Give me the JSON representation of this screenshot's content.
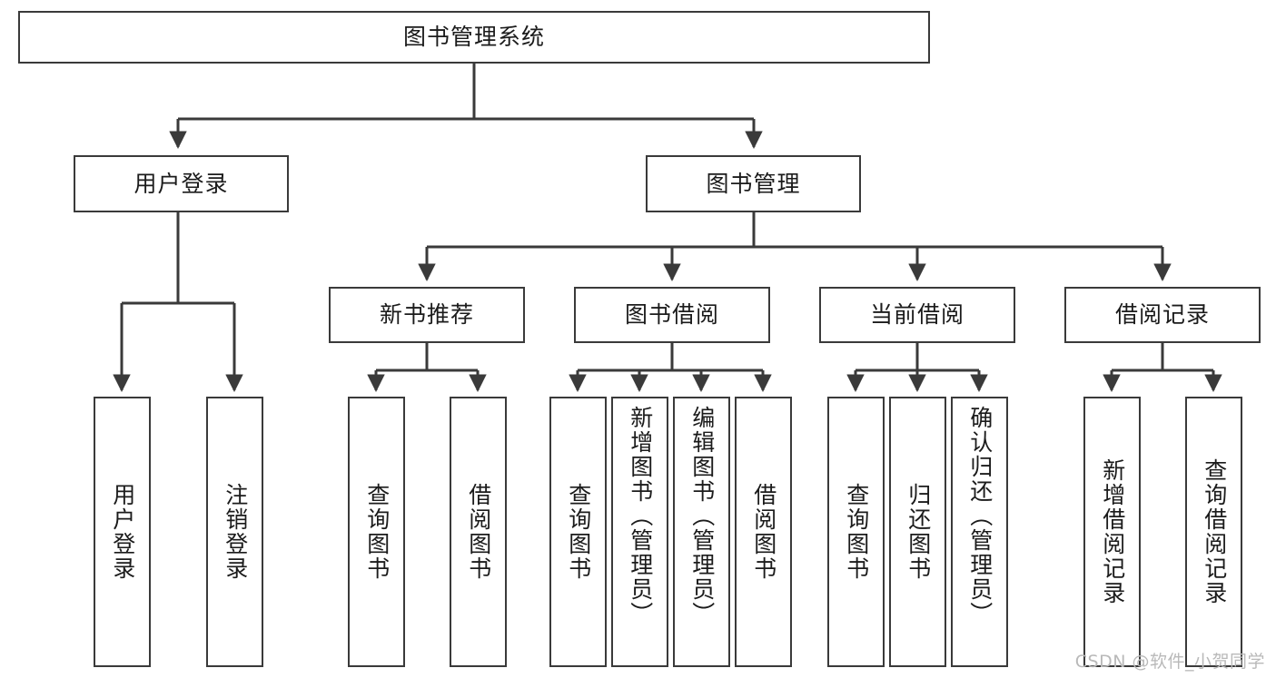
{
  "diagram": {
    "title": "图书管理系统",
    "type": "tree",
    "watermark": "CSDN @软件_小贺同学",
    "colors": {
      "background": "#ffffff",
      "box_border": "#3a3a3a",
      "box_fill": "#ffffff",
      "text": "#1b1b1b",
      "connector": "#3a3a3a",
      "watermark": "#b9b9b9"
    },
    "nodes": {
      "root": {
        "label": "图书管理系统"
      },
      "level2": [
        {
          "label": "用户登录"
        },
        {
          "label": "图书管理"
        }
      ],
      "level3": [
        {
          "label": "新书推荐"
        },
        {
          "label": "图书借阅"
        },
        {
          "label": "当前借阅"
        },
        {
          "label": "借阅记录"
        }
      ],
      "leaves_user_login": [
        {
          "label": "用户登录"
        },
        {
          "label": "注销登录"
        }
      ],
      "leaves_new_book": [
        {
          "label": "查询图书"
        },
        {
          "label": "借阅图书"
        }
      ],
      "leaves_borrow": [
        {
          "label": "查询图书"
        },
        {
          "label": "新增图书（管理员）"
        },
        {
          "label": "编辑图书（管理员）"
        },
        {
          "label": "借阅图书"
        }
      ],
      "leaves_current": [
        {
          "label": "查询图书"
        },
        {
          "label": "归还图书"
        },
        {
          "label": "确认归还（管理员）"
        }
      ],
      "leaves_records": [
        {
          "label": "新增借阅记录"
        },
        {
          "label": "查询借阅记录"
        }
      ]
    }
  }
}
